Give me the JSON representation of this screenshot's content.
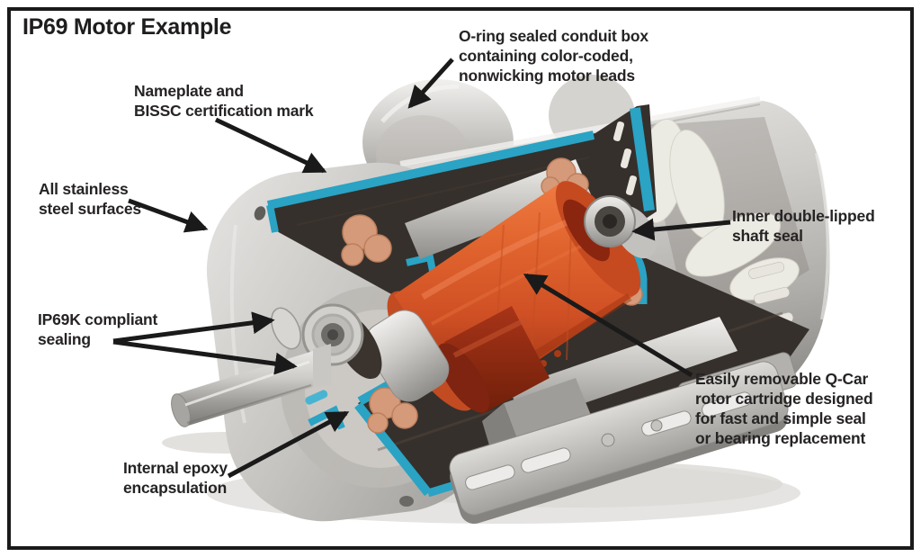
{
  "title": "IP69 Motor Example",
  "figure": {
    "labels": [
      {
        "id": "conduit-box",
        "text": "O-ring sealed conduit box\ncontaining color-coded,\nnonwicking motor leads"
      },
      {
        "id": "nameplate",
        "text": "Nameplate and\nBISSC certification mark"
      },
      {
        "id": "stainless",
        "text": "All stainless\nsteel surfaces"
      },
      {
        "id": "shaft-seal",
        "text": "Inner double-lipped\nshaft seal"
      },
      {
        "id": "ip69k-sealing",
        "text": "IP69K compliant\nsealing"
      },
      {
        "id": "rotor-cartridge",
        "text": "Easily removable Q-Car\nrotor cartridge designed\nfor fast and simple seal\nor bearing replacement"
      },
      {
        "id": "epoxy",
        "text": "Internal epoxy\nencapsulation"
      }
    ],
    "colors": {
      "seal_teal": "#2aa3c4",
      "rotor_orange": "#d4572b",
      "copper": "#d59a79",
      "stator_dark": "#35302c",
      "stainless": "#c6c4c1",
      "fan_white": "#ecebe3",
      "arrow": "#1a1a1a",
      "frame": "#1a1a1a",
      "background": "#ffffff"
    }
  }
}
